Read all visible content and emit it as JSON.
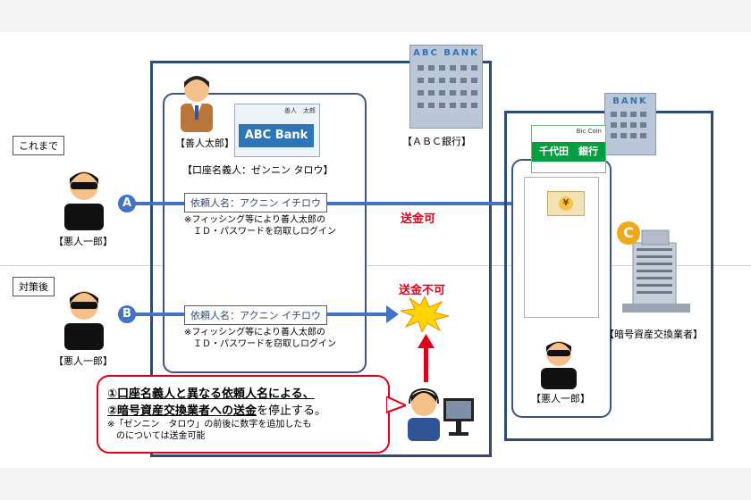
{
  "sections": {
    "before": "これまで",
    "after": "対策後"
  },
  "actors": {
    "criminal": "【悪人一郎】",
    "victim": "【善人太郎】",
    "criminal_right": "【悪人一郎】"
  },
  "banks": {
    "abc_sign": "ABC BANK",
    "abc_label": "【ＡＢＣ銀行】",
    "right_sign": "BANK",
    "card_header": "善人　太郎",
    "card_brand": "ABC Bank",
    "chiyoda_top": "Bic Coin",
    "chiyoda_name": "千代田　銀行",
    "account_holder": "【口座名義人：ゼンニン タロウ】",
    "exchange_label": "【暗号資産交換業者】",
    "coin_letter": "C",
    "yen_symbol": "¥"
  },
  "flows": {
    "a_marker": "A",
    "b_marker": "B",
    "requester_a": "依頼人名：アクニン イチロウ",
    "requester_b": "依頼人名：アクニン イチロウ",
    "note_a_line1": "※フィッシング等により善人太郎の",
    "note_a_line2": "　ＩＤ・パスワードを窃取しログイン",
    "note_b_line1": "※フィッシング等により善人太郎の",
    "note_b_line2": "　ＩＤ・パスワードを窃取しログイン",
    "allowed": "送金可",
    "blocked": "送金不可"
  },
  "callout": {
    "line1": "①口座名義人と異なる依頼人名による、",
    "line2_bold": "②暗号資産交換業者への送金",
    "line2_rest": "を停止する。",
    "note1": "※「ゼンニン　タロウ」の前後に数字を追加したも",
    "note2": "　のについては送金可能"
  }
}
